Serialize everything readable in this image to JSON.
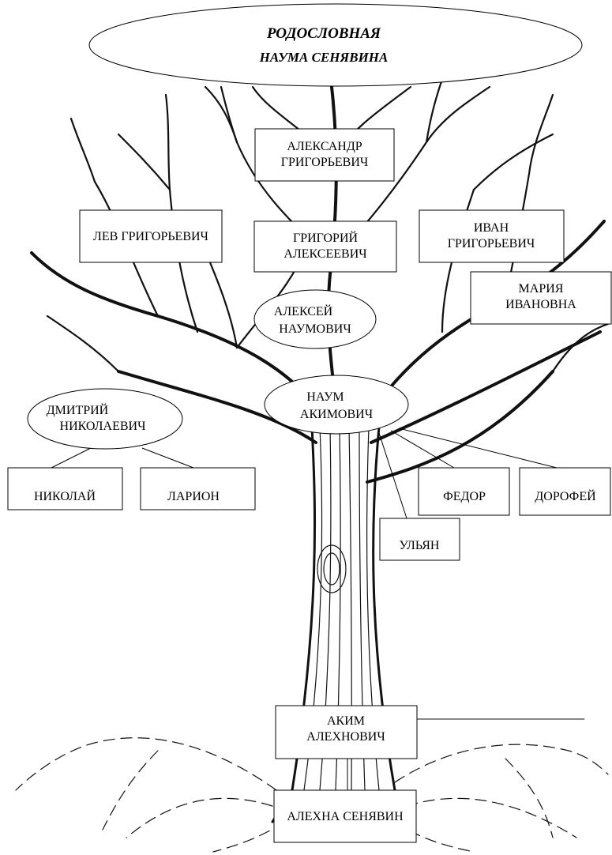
{
  "title": {
    "line1": "РОДОСЛОВНАЯ",
    "line2": "НАУМА СЕНЯВИНА"
  },
  "people": {
    "alexander": [
      "АЛЕКСАНДР",
      "ГРИГОРЬЕВИЧ"
    ],
    "lev": [
      "ЛЕВ ГРИГОРЬЕВИЧ"
    ],
    "grigory": [
      "ГРИГОРИЙ",
      "АЛЕКСЕЕВИЧ"
    ],
    "ivan": [
      "ИВАН",
      "ГРИГОРЬЕВИЧ"
    ],
    "maria": [
      "МАРИЯ",
      "ИВАНОВНА"
    ],
    "alexey": [
      "АЛЕКСЕЙ",
      "НАУМОВИЧ"
    ],
    "dmitry": [
      "ДМИТРИЙ",
      "НИКОЛАЕВИЧ"
    ],
    "naum": [
      "НАУМ",
      "АКИМОВИЧ"
    ],
    "nikolay": [
      "НИКОЛАЙ"
    ],
    "larion": [
      "ЛАРИОН"
    ],
    "fedor": [
      "ФЕДОР"
    ],
    "dorofey": [
      "ДОРОФЕЙ"
    ],
    "ulyan": [
      "УЛЬЯН"
    ],
    "akim": [
      "АКИМ",
      "АЛЕХНОВИЧ"
    ],
    "alekhna": [
      "АЛЕХНА СЕНЯВИН"
    ]
  },
  "colors": {
    "ink": "#000000",
    "paper": "#ffffff"
  }
}
